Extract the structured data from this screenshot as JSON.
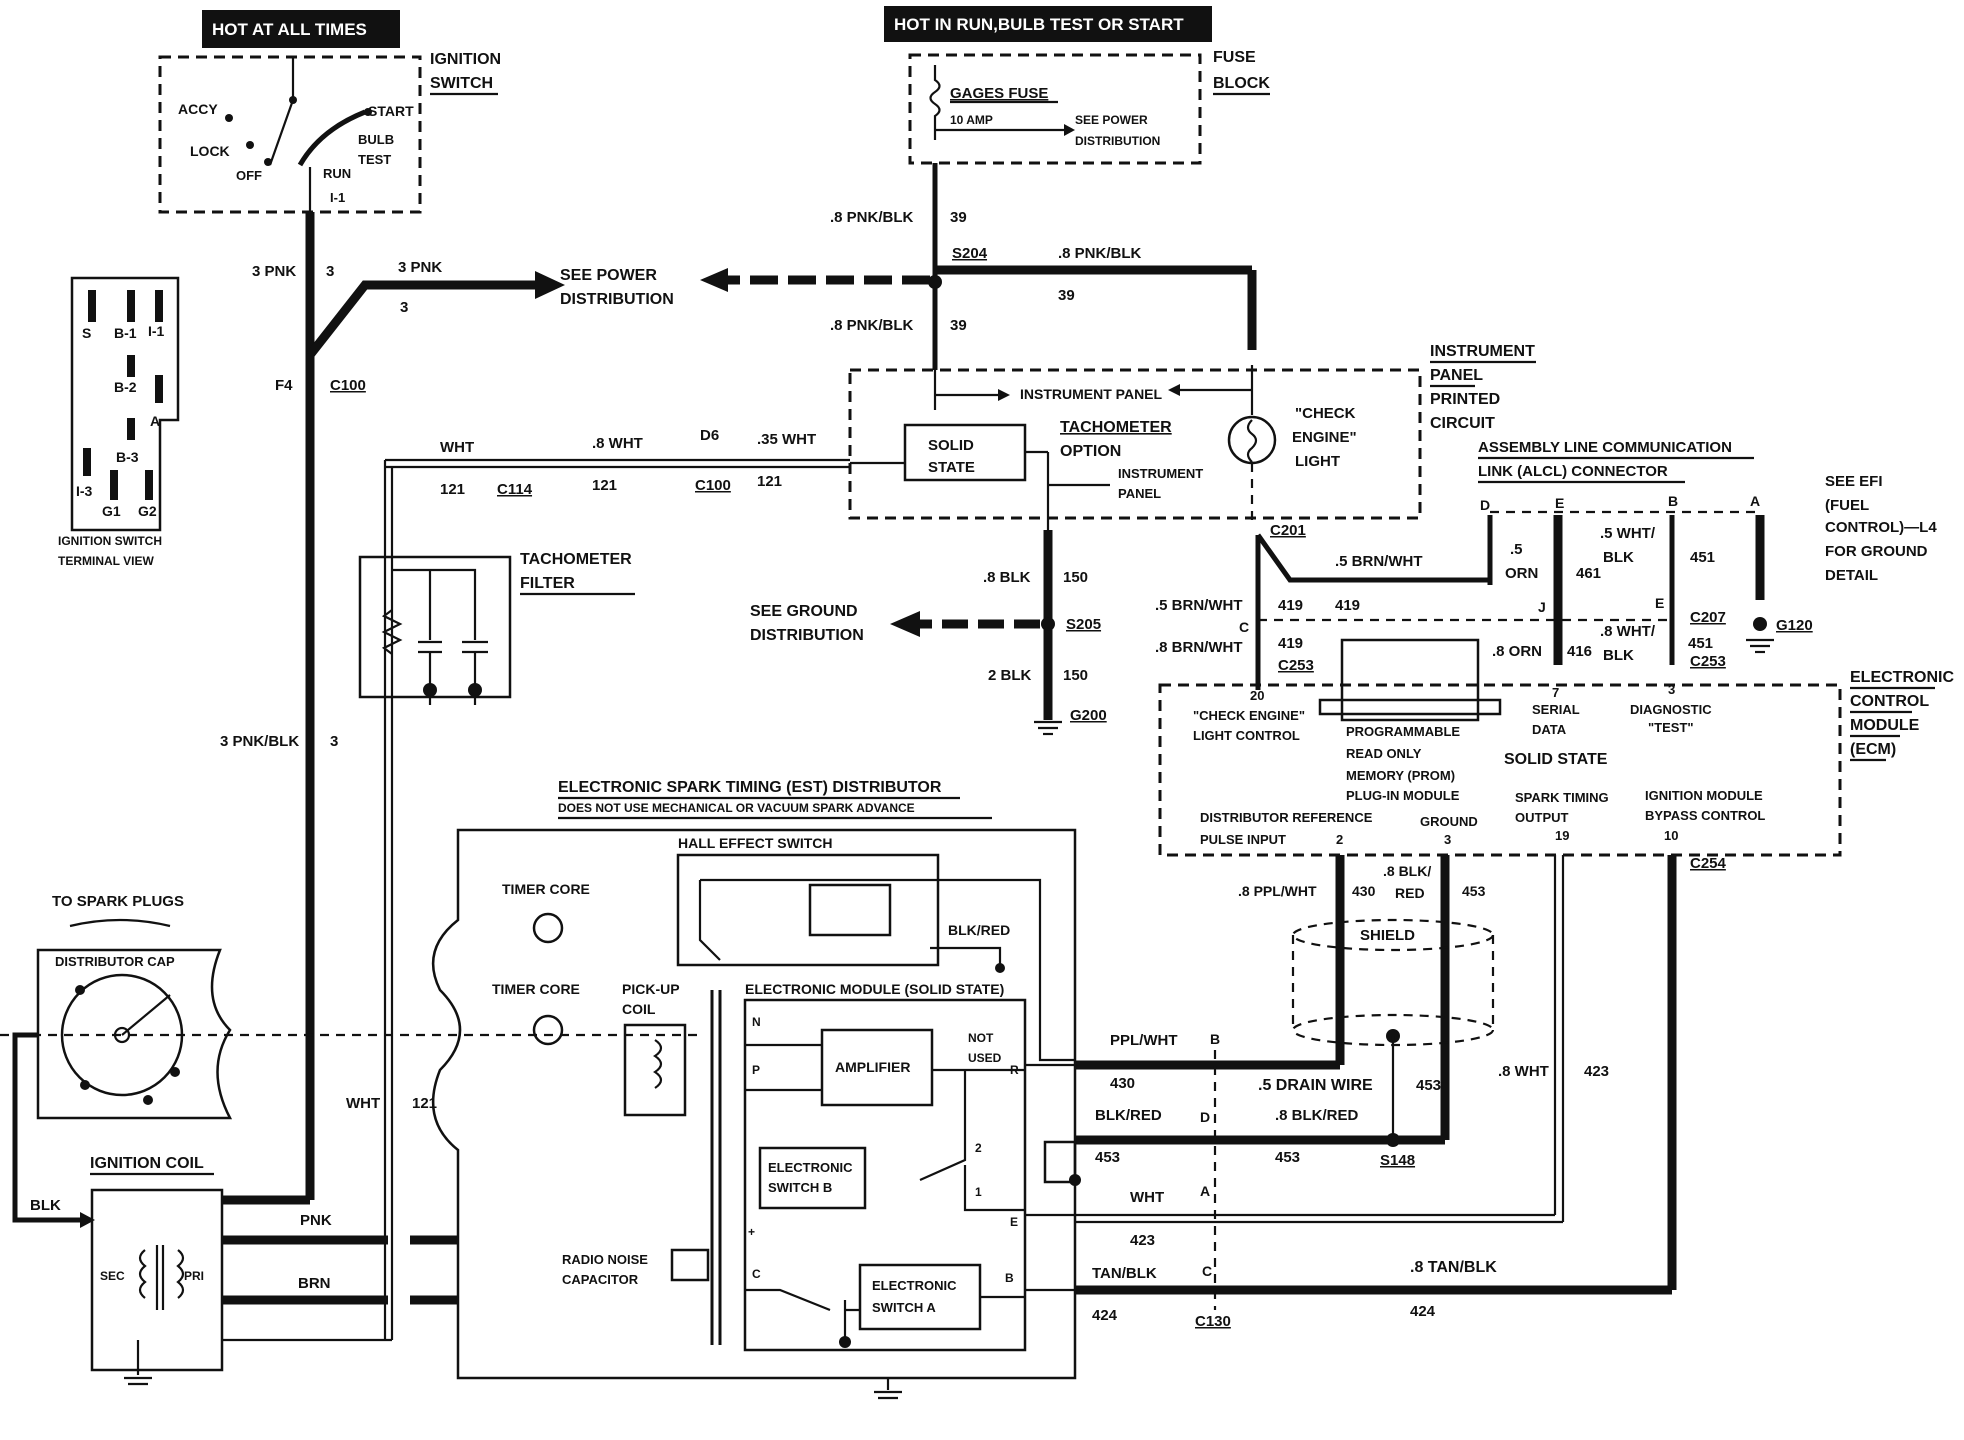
{
  "headers": {
    "hot_always": "HOT AT ALL TIMES",
    "hot_run": "HOT IN RUN,BULB TEST OR START"
  },
  "ignition_switch": {
    "title": [
      "IGNITION",
      "SWITCH"
    ],
    "accy": "ACCY",
    "lock": "LOCK",
    "off": "OFF",
    "start": "START",
    "bulb": "BULB",
    "test": "TEST",
    "run": "RUN",
    "i1": "I-1"
  },
  "terminal_view": {
    "labels": [
      "S",
      "B-1",
      "I-1",
      "B-2",
      "A",
      "B-3",
      "I-3",
      "G1",
      "G2"
    ],
    "caption": [
      "IGNITION SWITCH",
      "TERMINAL VIEW"
    ]
  },
  "fuse_block": {
    "title": [
      "FUSE",
      "BLOCK"
    ],
    "fuse": "GAGES FUSE",
    "amp": "10 AMP",
    "see": [
      "SEE POWER",
      "DISTRIBUTION"
    ]
  },
  "wires": {
    "w1": ".8 PNK/BLK",
    "n39": "39",
    "s204": "S204",
    "w2": ".8 PNK/BLK",
    "n39b": "39",
    "w3": ".8 PNK/BLK",
    "n39c": "39",
    "pnk3a": "3 PNK",
    "n3a": "3",
    "pnk3b": "3 PNK",
    "n3b": "3",
    "see_power": [
      "SEE POWER",
      "DISTRIBUTION"
    ],
    "f4": "F4",
    "c100": "C100",
    "wht": "WHT",
    "n121a": "121",
    "c114": "C114",
    "w8wht": ".8 WHT",
    "n121b": "121",
    "d6": "D6",
    "c100b": "C100",
    "w35wht": ".35 WHT",
    "n121c": "121",
    "pnkblk3": "3 PNK/BLK",
    "n3c": "3",
    "wht2": "WHT",
    "n121d": "121",
    "blk": "BLK",
    "pnk": "PNK",
    "brn": "BRN",
    "blk8": ".8 BLK",
    "n150a": "150",
    "s205": "S205",
    "blk2": "2 BLK",
    "n150b": "150",
    "g200": "G200",
    "see_ground": [
      "SEE GROUND",
      "DISTRIBUTION"
    ]
  },
  "ipc": {
    "title": [
      "INSTRUMENT",
      "PANEL",
      "PRINTED",
      "CIRCUIT"
    ],
    "instrument_panel": "INSTRUMENT PANEL",
    "solid": "SOLID",
    "state": "STATE",
    "tach": "TACHOMETER",
    "option": "OPTION",
    "ip2": [
      "INSTRUMENT",
      "PANEL"
    ],
    "check": "\"CHECK",
    "engine": "ENGINE\"",
    "light": "LIGHT",
    "c201": "C201"
  },
  "tach_filter": {
    "title": [
      "TACHOMETER",
      "FILTER"
    ]
  },
  "alcl": {
    "title": [
      "ASSEMBLY LINE COMMUNICATION",
      "LINK (ALCL) CONNECTOR"
    ],
    "pins": [
      "D",
      "E",
      "B",
      "A"
    ],
    "orn5": ".5",
    "orn": "ORN",
    "n461": "461",
    "wht5": ".5 WHT/",
    "blk": "BLK",
    "n451": "451",
    "brnwht5": ".5 BRN/WHT",
    "n419": "419",
    "c": "C",
    "j": "J",
    "e": "E",
    "c207": "C207",
    "g120": "G120",
    "brnwht5b": ".5 BRN/WHT",
    "n419b": "419",
    "n419c": "419",
    "brnwht8": ".8 BRN/WHT",
    "c253": "C253",
    "orn8": ".8 ORN",
    "n416": "416",
    "wht8": ".8 WHT/",
    "blk2": "BLK",
    "n451b": "451",
    "c253b": "C253",
    "see_efi": [
      "SEE EFI",
      "(FUEL",
      "CONTROL)—L4",
      "FOR GROUND",
      "DETAIL"
    ]
  },
  "ecm": {
    "title": [
      "ELECTRONIC",
      "CONTROL",
      "MODULE",
      "(ECM)"
    ],
    "p20": "20",
    "check_light": [
      "\"CHECK ENGINE\"",
      "LIGHT CONTROL"
    ],
    "prom": [
      "PROGRAMMABLE",
      "READ ONLY",
      "MEMORY (PROM)",
      "PLUG-IN MODULE"
    ],
    "p7": "7",
    "serial": [
      "SERIAL",
      "DATA"
    ],
    "p3": "3",
    "diag": [
      "DIAGNOSTIC",
      "\"TEST\""
    ],
    "solid_state": "SOLID STATE",
    "dist_ref": [
      "DISTRIBUTOR REFERENCE",
      "PULSE INPUT"
    ],
    "p2": "2",
    "ground": "GROUND",
    "p3b": "3",
    "spark": [
      "SPARK TIMING",
      "OUTPUT"
    ],
    "p19": "19",
    "bypass": [
      "IGNITION MODULE",
      "BYPASS CONTROL"
    ],
    "p10": "10",
    "c254": "C254"
  },
  "ecm_wires": {
    "ppl8": ".8 PPL/WHT",
    "n430": "430",
    "blkred8": ".8 BLK/",
    "red": "RED",
    "n453": "453",
    "shield": "SHIELD",
    "pplwht": "PPL/WHT",
    "b": "B",
    "n430b": "430",
    "drain": ".5 DRAIN WIRE",
    "n453b": "453",
    "blkred": "BLK/RED",
    "d": "D",
    "blkred8b": ".8 BLK/RED",
    "n453c": "453",
    "n453d": "453",
    "s148": "S148",
    "wht8": ".8 WHT",
    "n423": "423",
    "wht": "WHT",
    "a": "A",
    "n423b": "423",
    "tanblk": "TAN/BLK",
    "c": "C",
    "tanblk8": ".8 TAN/BLK",
    "n424": "424",
    "n424b": "424",
    "c130": "C130"
  },
  "distributor": {
    "title": "ELECTRONIC SPARK TIMING (EST) DISTRIBUTOR",
    "subtitle": "DOES NOT USE MECHANICAL OR VACUUM SPARK ADVANCE",
    "hall": "HALL EFFECT SWITCH",
    "blkred": "BLK/RED",
    "timer1": "TIMER CORE",
    "timer2": "TIMER CORE",
    "pickup": [
      "PICK-UP",
      "COIL"
    ],
    "module": "ELECTRONIC MODULE (SOLID STATE)",
    "n": "N",
    "p": "P",
    "amplifier": "AMPLIFIER",
    "not_used": [
      "NOT",
      "USED"
    ],
    "r": "R",
    "switch_b": [
      "ELECTRONIC",
      "SWITCH B"
    ],
    "n2": "2",
    "n1": "1",
    "e": "E",
    "radio": [
      "RADIO NOISE",
      "CAPACITOR"
    ],
    "plus": "+",
    "c": "C",
    "switch_a": [
      "ELECTRONIC",
      "SWITCH A"
    ],
    "b": "B"
  },
  "spark": {
    "to_plugs": "TO SPARK PLUGS",
    "cap": "DISTRIBUTOR CAP",
    "coil": "IGNITION COIL",
    "sec": "SEC",
    "pri": "PRI"
  }
}
